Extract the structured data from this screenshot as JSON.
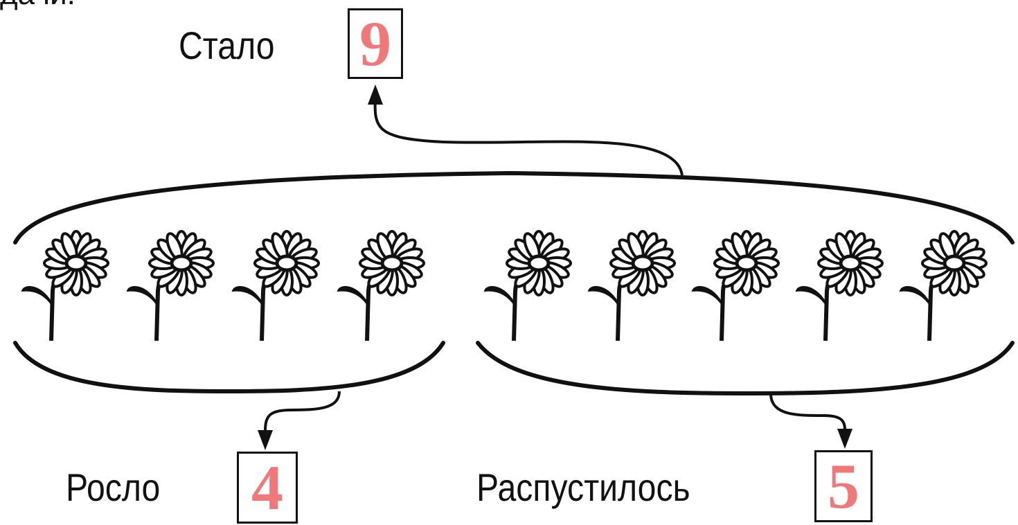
{
  "top_fragment": "дачи.",
  "total": {
    "label": "Стало",
    "value": "9"
  },
  "left_group": {
    "label": "Росло",
    "value": "4",
    "flower_count": 4
  },
  "right_group": {
    "label": "Распустилось",
    "value": "5",
    "flower_count": 5
  },
  "colors": {
    "ink": "#111111",
    "answer": "#f07878",
    "petal_fill": "#ffffff"
  },
  "icons": {
    "flower": "daisy-flower-icon",
    "arrow": "arrow-head-icon"
  }
}
